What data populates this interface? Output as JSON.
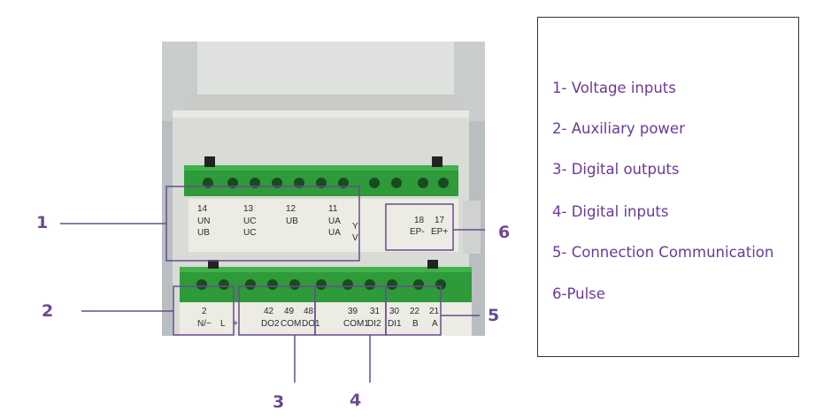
{
  "callouts": {
    "c1": "1",
    "c2": "2",
    "c3": "3",
    "c4": "4",
    "c5": "5",
    "c6": "6"
  },
  "legend": {
    "items": [
      "1- Voltage inputs",
      "2- Auxiliary power",
      "3- Digital outputs",
      "4- Digital inputs",
      "5- Connection Communication",
      "6-Pulse"
    ]
  },
  "device": {
    "top_row": {
      "n14": "14",
      "n13": "13",
      "n12": "12",
      "n11": "11",
      "un": "UN",
      "uc1": "UC",
      "ua1": "UA",
      "y": "Y",
      "ub": "UB",
      "uc2": "UC",
      "ub2": "UB",
      "ua2": "UA",
      "v": "V"
    },
    "pulse": {
      "n18": "18",
      "n17": "17",
      "ep_minus": "EP-",
      "ep_plus": "EP+"
    },
    "bottom_row": {
      "n2": "2",
      "nl": "N/~",
      "l": "L",
      "plus": "+",
      "n42": "42",
      "n49": "49",
      "n48": "48",
      "do2": "DO2",
      "com": "COM",
      "do1": "DO1",
      "n39": "39",
      "n31": "31",
      "n30": "30",
      "n22": "22",
      "n21": "21",
      "com1": "COM1",
      "di2": "DI2",
      "di1": "DI1",
      "b": "B",
      "a": "A"
    }
  },
  "colors": {
    "accent": "#6b4a8f",
    "terminal_green": "#2f9a3a",
    "housing": "#d9dcd8"
  }
}
